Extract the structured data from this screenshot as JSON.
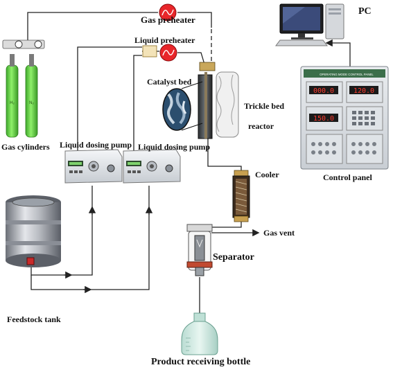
{
  "labels": {
    "gas_preheater": "Gas preheater",
    "liquid_preheater": "Liquid preheater",
    "catalyst_bed": "Catalyst bed",
    "trickle_bed_line1": "Trickle bed",
    "trickle_bed_line2": "reactor",
    "gas_cylinders": "Gas cylinders",
    "liquid_dosing_pump_left": "Liquid dosing pump",
    "liquid_dosing_pump_right": "Liquid dosing pump",
    "cooler": "Cooler",
    "gas_vent": "Gas vent",
    "separator": "Separator",
    "feedstock_tank": "Feedstock tank",
    "product_receiving_bottle": "Product receiving bottle",
    "pc": "PC",
    "control_panel": "Control panel"
  },
  "panel": {
    "title": "OPERATING MODE CONTROL PANEL",
    "display_left": "000.0",
    "display_right": "120.0",
    "display_mid": "150.0"
  },
  "cylinders": {
    "left_gas": "H₂",
    "right_gas": "N₂"
  },
  "colors": {
    "cylinder_green": "#6ed84a",
    "preheater_red": "#e8262a",
    "line": "#222222"
  }
}
